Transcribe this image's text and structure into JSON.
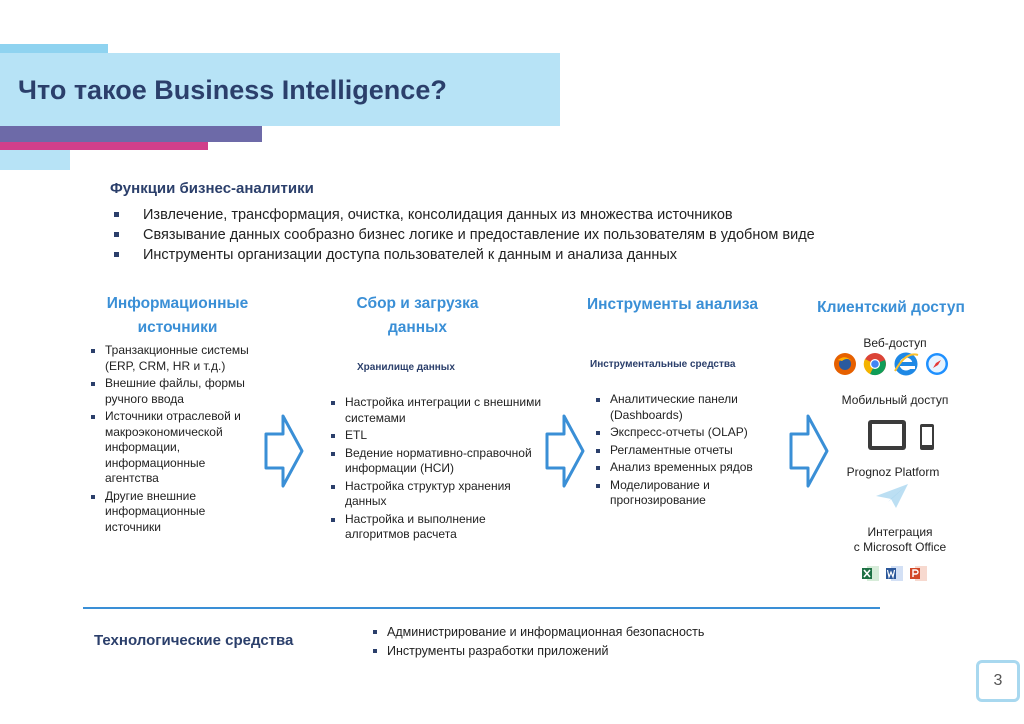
{
  "header": {
    "title": "Что такое Business Intelligence?"
  },
  "functions": {
    "title": "Функции бизнес-аналитики",
    "items": [
      "Извлечение, трансформация, очистка, консолидация данных из множества источников",
      "Связывание данных сообразно бизнес логике и предоставление их пользователям в удобном виде",
      "Инструменты организации доступа пользователей к данным и анализа данных"
    ]
  },
  "columns": {
    "sources": {
      "title_line1": "Информационные",
      "title_line2": "источники",
      "items": [
        "Транзакционные системы (ERP, CRM, HR и т.д.)",
        "Внешние файлы, формы ручного ввода",
        "Источники отраслевой и макроэкономической информации, информационные агентства",
        "Другие внешние информационные источники"
      ]
    },
    "etl": {
      "title_line1": "Сбор и загрузка",
      "title_line2": "данных",
      "subtitle": "Хранилище данных",
      "items": [
        "Настройка интеграции с внешними системами",
        "ETL",
        "Ведение нормативно-справочной информации (НСИ)",
        "Настройка структур хранения данных",
        "Настройка и выполнение алгоритмов расчета"
      ]
    },
    "analysis": {
      "title": "Инструменты анализа",
      "subtitle": "Инструментальные средства",
      "items": [
        "Аналитические панели (Dashboards)",
        "Экспресс-отчеты (OLAP)",
        "Регламентные отчеты",
        "Анализ временных рядов",
        "Моделирование и прогнозирование"
      ]
    },
    "client": {
      "title": "Клиентский доступ",
      "web": "Веб-доступ",
      "mobile": "Мобильный доступ",
      "platform": "Prognoz Platform",
      "office_line1": "Интеграция",
      "office_line2": "с Microsoft Office"
    }
  },
  "tech": {
    "title": "Технологические средства",
    "items": [
      "Администрирование и информационная безопасность",
      "Инструменты разработки приложений"
    ]
  },
  "page_number": "3",
  "colors": {
    "accent_blue": "#3a8fd6",
    "dark_navy": "#2b3f6b",
    "light_blue": "#b7e3f6",
    "purple": "#6d6aa8",
    "pink": "#d13f8b"
  }
}
